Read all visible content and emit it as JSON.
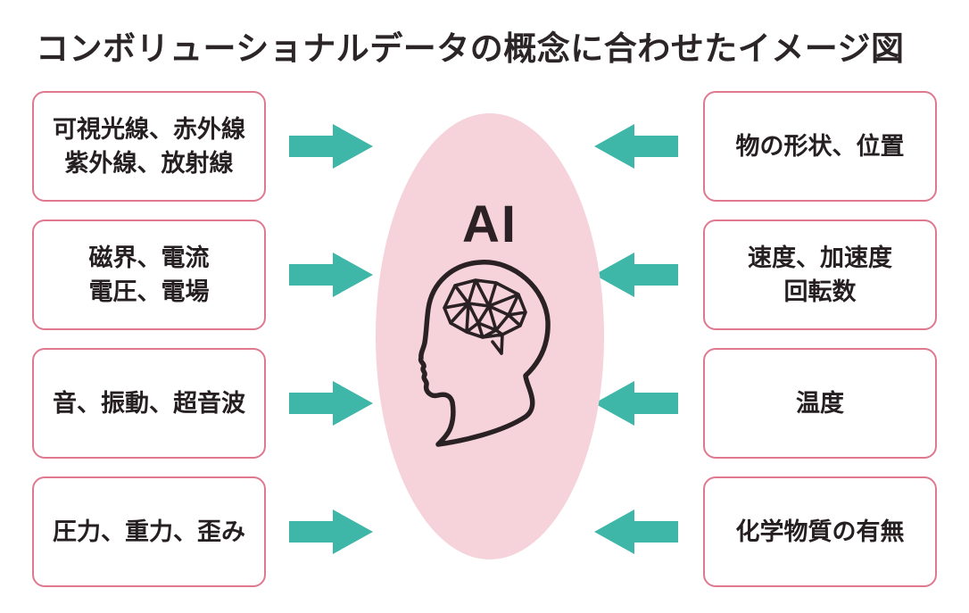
{
  "title": "コンボリューショナルデータの概念に合わせたイメージ図",
  "center": {
    "label": "AI",
    "icon": "brain-head-icon"
  },
  "left_inputs": [
    {
      "lines": [
        "可視光線、赤外線",
        "紫外線、放射線"
      ]
    },
    {
      "lines": [
        "磁界、電流",
        "電圧、電場"
      ]
    },
    {
      "lines": [
        "音、振動、超音波"
      ]
    },
    {
      "lines": [
        "圧力、重力、歪み"
      ]
    }
  ],
  "right_inputs": [
    {
      "lines": [
        "物の形状、位置"
      ]
    },
    {
      "lines": [
        "速度、加速度",
        "回転数"
      ]
    },
    {
      "lines": [
        "温度"
      ]
    },
    {
      "lines": [
        "化学物質の有無"
      ]
    }
  ],
  "flow": {
    "left_arrow_icon": "arrow-right-icon",
    "right_arrow_icon": "arrow-left-icon",
    "direction": "inward-to-center"
  },
  "colors": {
    "arrow": "#3eb7a8",
    "box_border": "#e0798f",
    "ellipse_fill": "#f6d2da",
    "text": "#251f21",
    "icon_stroke": "#2a2124"
  }
}
